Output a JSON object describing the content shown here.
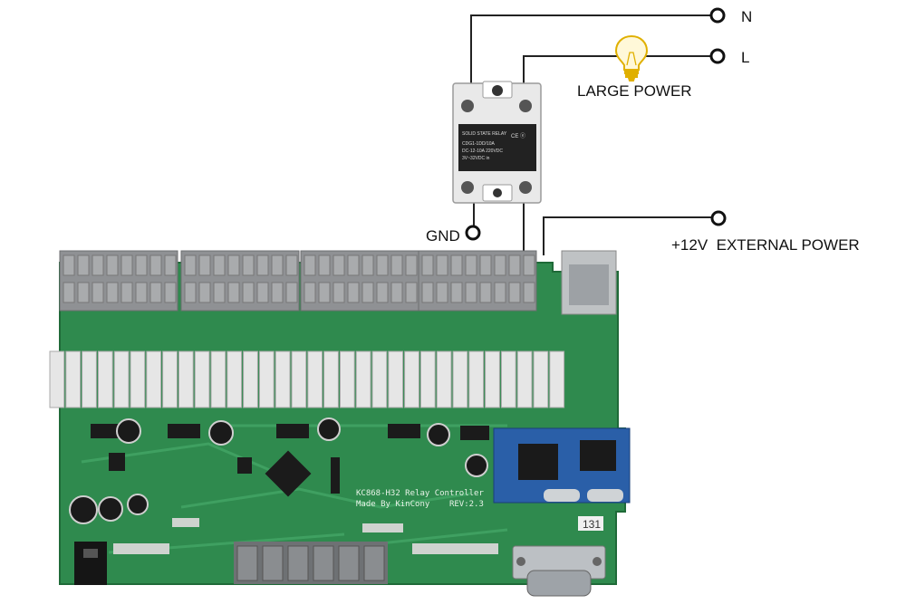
{
  "labels": {
    "neutral": "N",
    "live": "L",
    "large_power": "LARGE POWER",
    "gnd": "GND",
    "ext_power": "+12V  EXTERNAL POWER"
  },
  "ssr": {
    "lines": [
      "SOLID STATE RELAY",
      "CDG1-1DD/10A",
      "DC-12-10A 220VDC",
      "3V~32VDC in"
    ],
    "marks": "CE ⓔ"
  },
  "board": {
    "silk_title": "KC868-H32 Relay Controller",
    "silk_made": "Made By KinCony    REV:2.3",
    "sticker": "131",
    "relay_count": 32
  },
  "colors": {
    "pcb": "#2f8a4e",
    "pcb_dark": "#1f6a38",
    "terminal": "#8f9194",
    "relay": "#e6e6e6",
    "module_blue": "#2a5fa8",
    "wire": "#222222",
    "bulb": "#e0b000"
  }
}
